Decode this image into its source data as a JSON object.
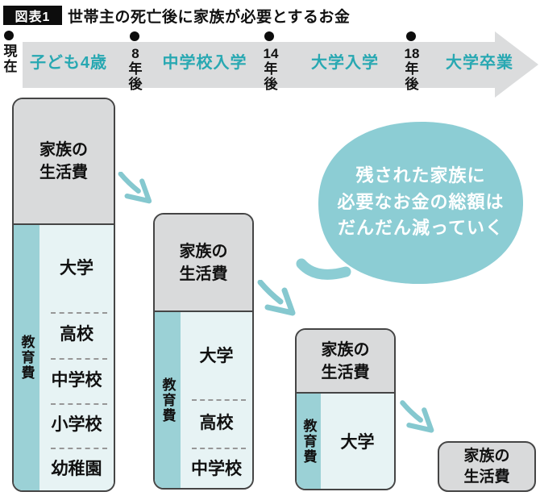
{
  "header": {
    "badge": "図表1",
    "title": "世帯主の死亡後に家族が必要とするお金"
  },
  "timeline": {
    "milestones": [
      {
        "time": [
          "現",
          "在"
        ],
        "event": "子ども4歳"
      },
      {
        "time": [
          "8",
          "年",
          "後"
        ],
        "event": "中学校入学"
      },
      {
        "time": [
          "14",
          "年",
          "後"
        ],
        "event": "大学入学"
      },
      {
        "time": [
          "18",
          "年",
          "後"
        ],
        "event": "大学卒業"
      }
    ]
  },
  "bars": [
    {
      "living": [
        "家族の",
        "生活費"
      ],
      "education_label": "教育費",
      "stages": [
        "大学",
        "高校",
        "中学校",
        "小学校",
        "幼稚園"
      ]
    },
    {
      "living": [
        "家族の",
        "生活費"
      ],
      "education_label": "教育費",
      "stages": [
        "大学",
        "高校",
        "中学校"
      ]
    },
    {
      "living": [
        "家族の",
        "生活費"
      ],
      "education_label": "教育費",
      "stages": [
        "大学"
      ]
    },
    {
      "living": [
        "家族の",
        "生活費"
      ]
    }
  ],
  "bubble": {
    "lines": [
      "残された家族に",
      "必要なお金の総額は",
      "だんだん減っていく"
    ]
  },
  "colors": {
    "teal_text": "#28a8b2",
    "teal_strip": "#9bd1d6",
    "teal_bubble": "#8ccdd4",
    "arrow_teal": "#85c8cf",
    "light_fill": "#e7f3f4",
    "gray_fill": "#d9dadb",
    "band_gray": "#dbdcdd",
    "border_dark": "#454545"
  }
}
